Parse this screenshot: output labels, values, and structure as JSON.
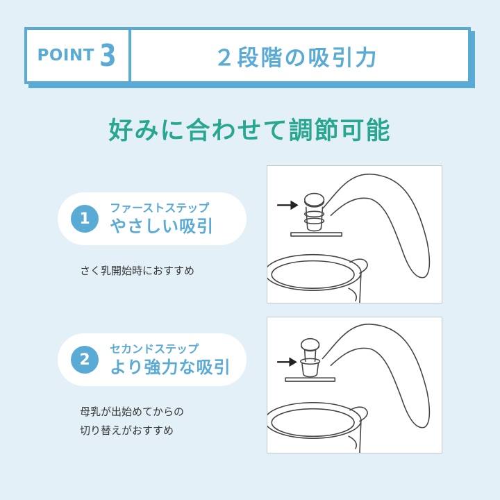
{
  "header": {
    "point_word": "POINT",
    "point_number": "3",
    "title": "２段階の吸引力"
  },
  "subtitle": "好みに合わせて調節可能",
  "steps": [
    {
      "number": "1",
      "label": "ファーストステップ",
      "description": "やさしい吸引",
      "notes": [
        "さく乳開始時におすすめ"
      ]
    },
    {
      "number": "2",
      "label": "セカンドステップ",
      "description": "より強力な吸引",
      "notes": [
        "母乳が出始めてからの",
        "切り替えがおすすめ"
      ]
    }
  ],
  "colors": {
    "accent_blue": "#5aaad6",
    "accent_green": "#28a690",
    "background": "#e3f0f8"
  }
}
